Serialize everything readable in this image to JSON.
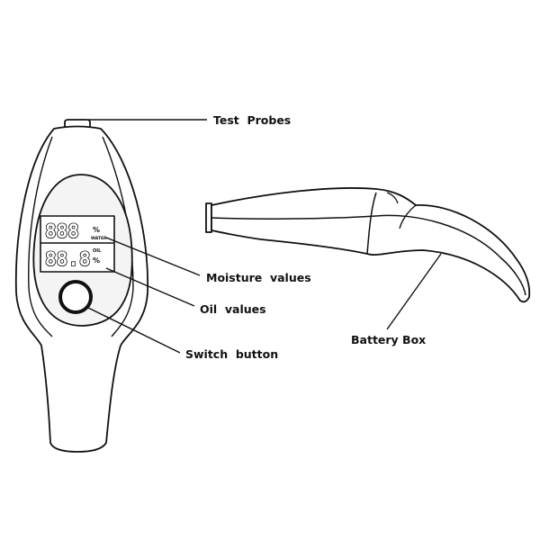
{
  "labels": {
    "test_probes": "Test  Probes",
    "moisture_values": "Moisture  values",
    "oil_values": "Oil  values",
    "switch_button": "Switch  button",
    "battery_box": "Battery Box"
  },
  "lcd": {
    "top_digits": "888",
    "bottom_digits": "88.8",
    "top_unit": "%",
    "top_caption": "WATER",
    "bottom_caption": "OIL",
    "bottom_unit": "%"
  },
  "colors": {
    "line": "#111111",
    "shell": "#ffffff",
    "panel": "#f4f4f4"
  }
}
